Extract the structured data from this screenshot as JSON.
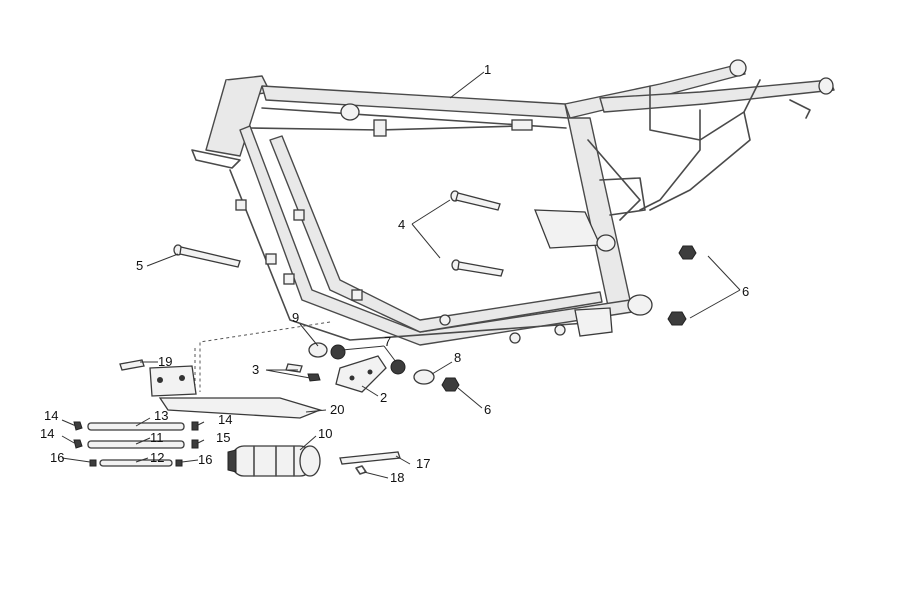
{
  "callouts": [
    {
      "id": "c1",
      "text": "1"
    },
    {
      "id": "c2",
      "text": "2"
    },
    {
      "id": "c3",
      "text": "3"
    },
    {
      "id": "c4",
      "text": "4"
    },
    {
      "id": "c5",
      "text": "5"
    },
    {
      "id": "c6a",
      "text": "6"
    },
    {
      "id": "c6b",
      "text": "6"
    },
    {
      "id": "c7",
      "text": "7"
    },
    {
      "id": "c8",
      "text": "8"
    },
    {
      "id": "c9",
      "text": "9"
    },
    {
      "id": "c10",
      "text": "10"
    },
    {
      "id": "c11",
      "text": "11"
    },
    {
      "id": "c12",
      "text": "12"
    },
    {
      "id": "c13",
      "text": "13"
    },
    {
      "id": "c14a",
      "text": "14"
    },
    {
      "id": "c14b",
      "text": "14"
    },
    {
      "id": "c14c",
      "text": "14"
    },
    {
      "id": "c15",
      "text": "15"
    },
    {
      "id": "c16a",
      "text": "16"
    },
    {
      "id": "c16b",
      "text": "16"
    },
    {
      "id": "c17",
      "text": "17"
    },
    {
      "id": "c18",
      "text": "18"
    },
    {
      "id": "c19",
      "text": "19"
    },
    {
      "id": "c20",
      "text": "20"
    }
  ]
}
